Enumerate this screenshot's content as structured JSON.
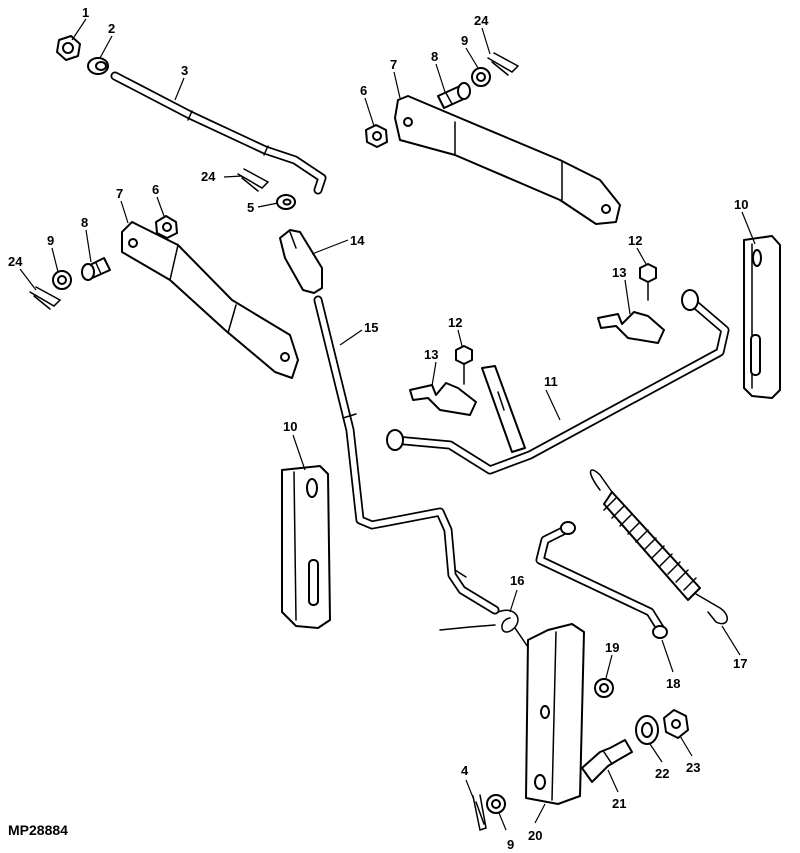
{
  "figure_code": "MP28884",
  "callouts": [
    "1",
    "2",
    "3",
    "4",
    "5",
    "6",
    "7",
    "8",
    "9",
    "10",
    "11",
    "12",
    "13",
    "14",
    "15",
    "16",
    "17",
    "18",
    "19",
    "20",
    "21",
    "22",
    "23",
    "24"
  ],
  "colors": {
    "line": "#000000",
    "background": "#ffffff"
  }
}
